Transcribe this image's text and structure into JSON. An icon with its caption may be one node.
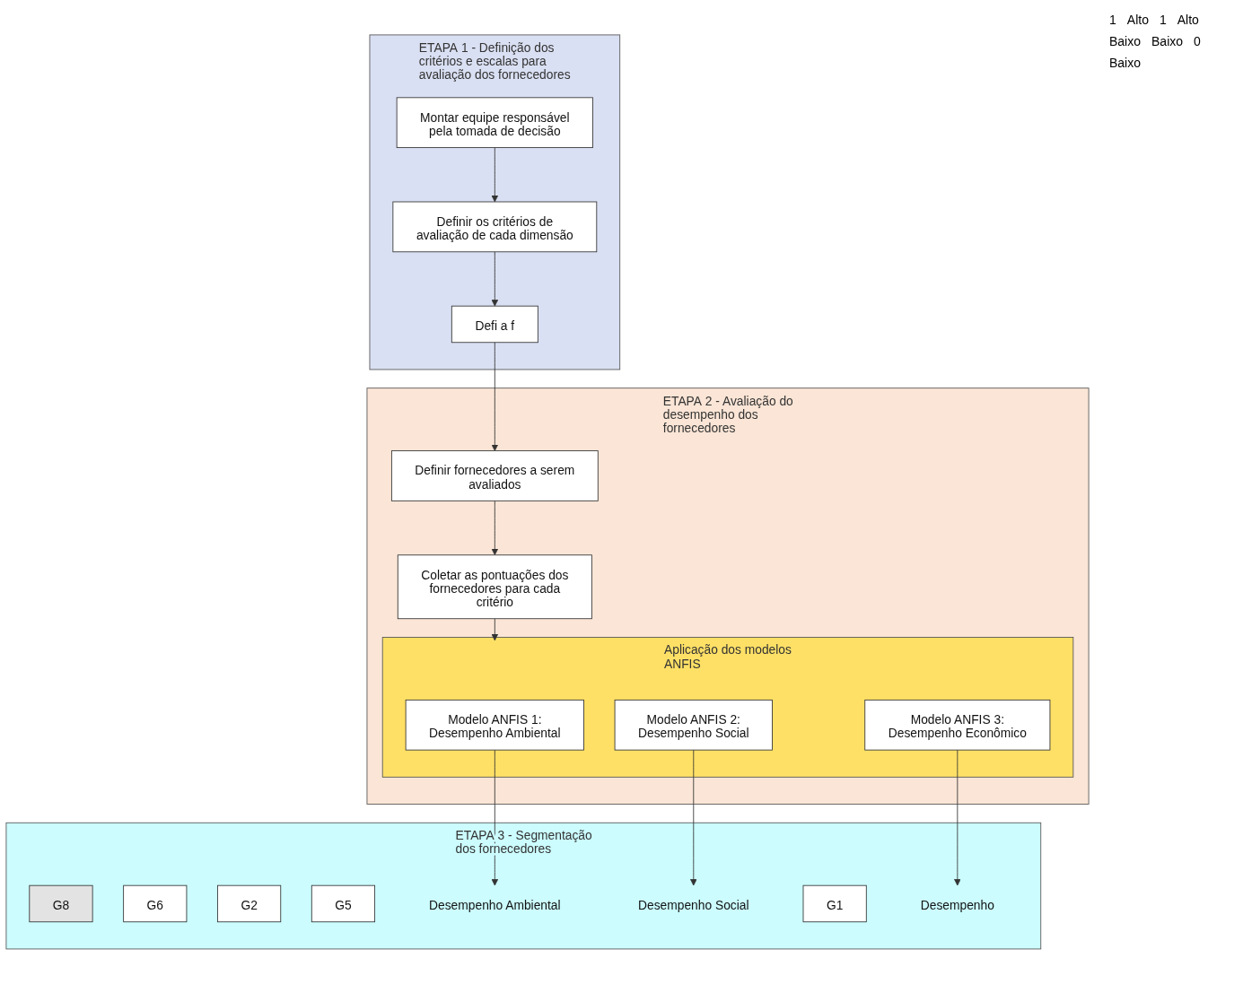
{
  "diagram": {
    "nodes": [
      {
        "text": [
          "ETAPA 1 - Definição dos critérios e escalas para avaliação dos fornecedores"
        ]
      },
      {
        "text": [
          "Montar equipe responsável pela tomada de decisão"
        ],
        "in": 0
      },
      {
        "text": [
          "Definir os critérios de avaliação de cada dimensão"
        ],
        "in": 0
      },
      {
        "text": [
          "Defi a f"
        ],
        "in": 0
      },
      {
        "text": [
          "ETAPA 2 - Avaliação do desempenho dos fornecedores"
        ]
      },
      {
        "text": [
          "Coletar as pontuações dos fornecedores para cada critério"
        ],
        "in": 4
      },
      {
        "text": [
          "Definir fornecedores a serem avaliados"
        ],
        "in": 4
      },
      {
        "text": [
          "Aplicação dos modelos ANFIS"
        ],
        "in": 4
      },
      {
        "text": [
          "Modelo ANFIS 1: Desempenho Ambiental"
        ],
        "in": 7
      },
      {
        "text": [
          "Modelo ANFIS 2: Desempenho Social"
        ],
        "in": 7
      },
      {
        "text": [
          "Modelo ANFIS 3: Desempenho Econômico"
        ],
        "in": 7
      },
      {
        "text": [
          "ETAPA 3 - Segmentação dos fornecedores"
        ]
      },
      {
        "text": [
          "G8"
        ],
        "in": 11
      },
      {
        "text": [
          "G6"
        ],
        "in": 11
      },
      {
        "text": [
          "G2"
        ],
        "in": 11
      },
      {
        "text": [
          "G5"
        ],
        "in": 11
      },
      {
        "text": [
          "Desempenho Ambiental"
        ],
        "in": 11
      },
      {
        "text": [
          "Desempenho Social"
        ],
        "in": 11
      },
      {
        "text": [
          "G1"
        ],
        "in": 11
      },
      {
        "text": [
          "Desempenho"
        ],
        "in": 11
      }
    ],
    "edges": [
      {
        "from": 1,
        "to": 2,
        "arrow": "to"
      },
      {
        "from": 2,
        "to": 3,
        "arrow": "to"
      },
      {
        "from": 3,
        "to": 6,
        "arrow": "to"
      },
      {
        "from": 6,
        "to": 5,
        "arrow": "to"
      },
      {
        "from": 5,
        "to": 7,
        "arrow": "to"
      },
      {
        "from": 8,
        "to": 16,
        "arrow": "to"
      },
      {
        "from": 9,
        "to": 17,
        "arrow": "to"
      },
      {
        "from": 10,
        "to": 19,
        "arrow": "to"
      }
    ],
    "labels": [
      "1",
      "Alto",
      "1",
      "Alto",
      "Baixo",
      "Baixo",
      "0",
      "Baixo"
    ]
  }
}
